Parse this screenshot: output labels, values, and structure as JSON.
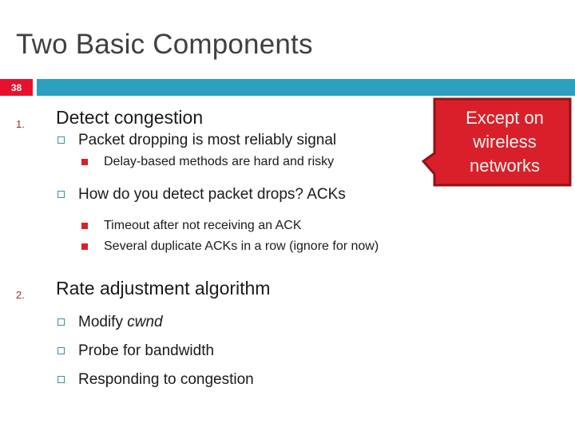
{
  "slide": {
    "title": "Two Basic Components",
    "number": "38",
    "accent_teal": "#2ba0bf",
    "accent_red": "#e8112d",
    "title_color": "#404040",
    "callout_fill": "#d9202a",
    "callout_border": "#8e1318"
  },
  "outline": [
    {
      "marker": "1.",
      "text": "Detect congestion",
      "children": [
        {
          "bullet": "hollow-square",
          "text": "Packet dropping is most reliably signal",
          "children": [
            {
              "bullet": "filled-square",
              "text": "Delay-based methods are hard and risky"
            }
          ]
        },
        {
          "bullet": "hollow-square",
          "text": "How do you detect packet drops? ACKs",
          "children": [
            {
              "bullet": "filled-square",
              "text": "Timeout after not receiving an ACK"
            },
            {
              "bullet": "filled-square",
              "text": "Several duplicate ACKs in a row (ignore for now)"
            }
          ]
        }
      ]
    },
    {
      "marker": "2.",
      "text": "Rate adjustment algorithm",
      "children": [
        {
          "bullet": "hollow-square",
          "text_pre": "Modify ",
          "text_em": "cwnd"
        },
        {
          "bullet": "hollow-square",
          "text": "Probe for bandwidth"
        },
        {
          "bullet": "hollow-square",
          "text": "Responding to congestion"
        }
      ]
    }
  ],
  "callout": {
    "line1": "Except on",
    "line2": "wireless",
    "line3": "networks"
  }
}
